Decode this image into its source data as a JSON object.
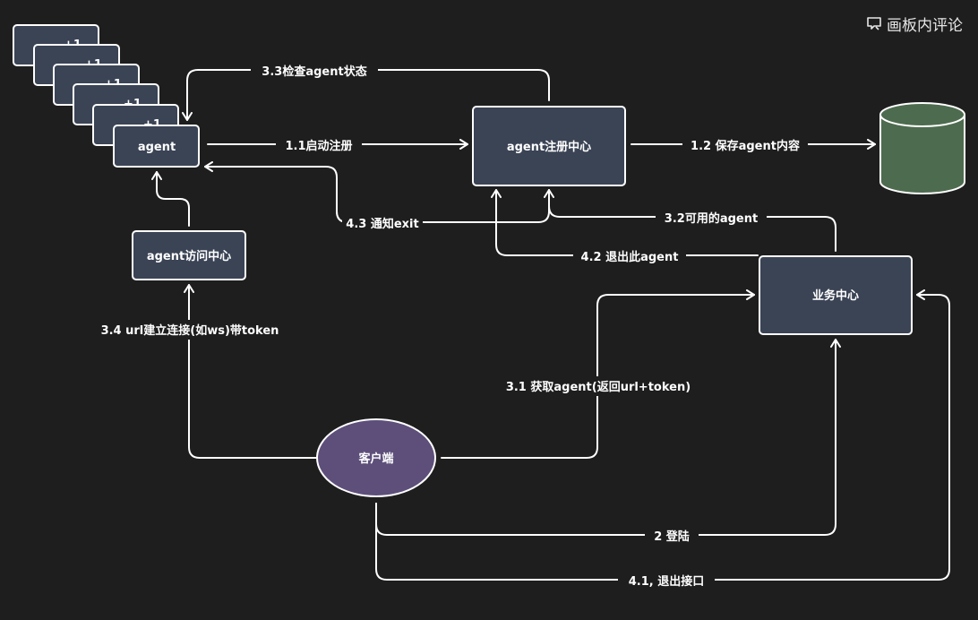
{
  "toolbar": {
    "comment_label": "画板内评论",
    "comment_icon": "comment-icon"
  },
  "colors": {
    "background": "#1e1e1e",
    "node_fill": "#3b4455",
    "client_fill": "#5d4f7a",
    "db_fill": "#4d6b4e",
    "line": "#ffffff"
  },
  "nodes": {
    "agent": "agent",
    "agent_stack_partial": "+1",
    "registry": "agent注册中心",
    "access": "agent访问中心",
    "business": "业务中心",
    "client": "客户端"
  },
  "edges": {
    "e1_1": "1.1启动注册",
    "e1_2": "1.2 保存agent内容",
    "e2": "2 登陆",
    "e3_1": "3.1 获取agent(返回url+token)",
    "e3_2": "3.2可用的agent",
    "e3_3": "3.3检查agent状态",
    "e3_4": "3.4 url建立连接(如ws)带token",
    "e4_1": "4.1, 退出接口",
    "e4_2": "4.2 退出此agent",
    "e4_3": "4.3 通知exit"
  }
}
